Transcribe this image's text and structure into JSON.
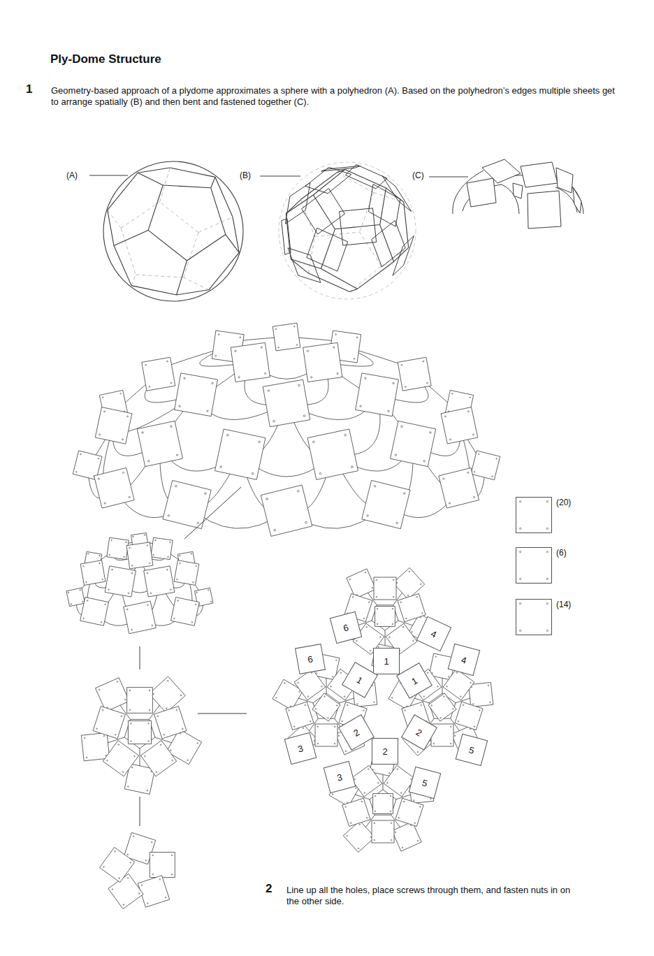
{
  "diagram": {
    "title": "Ply-Dome Structure",
    "nodes": [
      {
        "text": [
          "6"
        ]
      },
      {
        "text": [
          "4"
        ]
      },
      {
        "text": [
          "6"
        ]
      },
      {
        "text": [
          "1"
        ]
      },
      {
        "text": [
          "4"
        ]
      },
      {
        "text": [
          "1"
        ]
      },
      {
        "text": [
          "1"
        ]
      },
      {
        "text": [
          "2"
        ]
      },
      {
        "text": [
          "2"
        ]
      },
      {
        "text": [
          "3"
        ]
      },
      {
        "text": [
          "2"
        ]
      },
      {
        "text": [
          "5"
        ]
      },
      {
        "text": [
          "3"
        ]
      },
      {
        "text": [
          "5"
        ]
      }
    ],
    "labels": [
      "1",
      "Geometry-based approach of a plydome approximates a sphere with a polyhedron (A). Based on the polyhedron’s edges multiple sheets get to arrange spatially (B) and then bent and fastened together (C).",
      "(A)",
      "(B)",
      "(C)",
      "2",
      "Line up all the holes, place screws through them, and fasten nuts in on the other side."
    ],
    "legend": [
      {
        "text": "(20)"
      },
      {
        "text": "(6)"
      },
      {
        "text": "(14)"
      }
    ]
  }
}
